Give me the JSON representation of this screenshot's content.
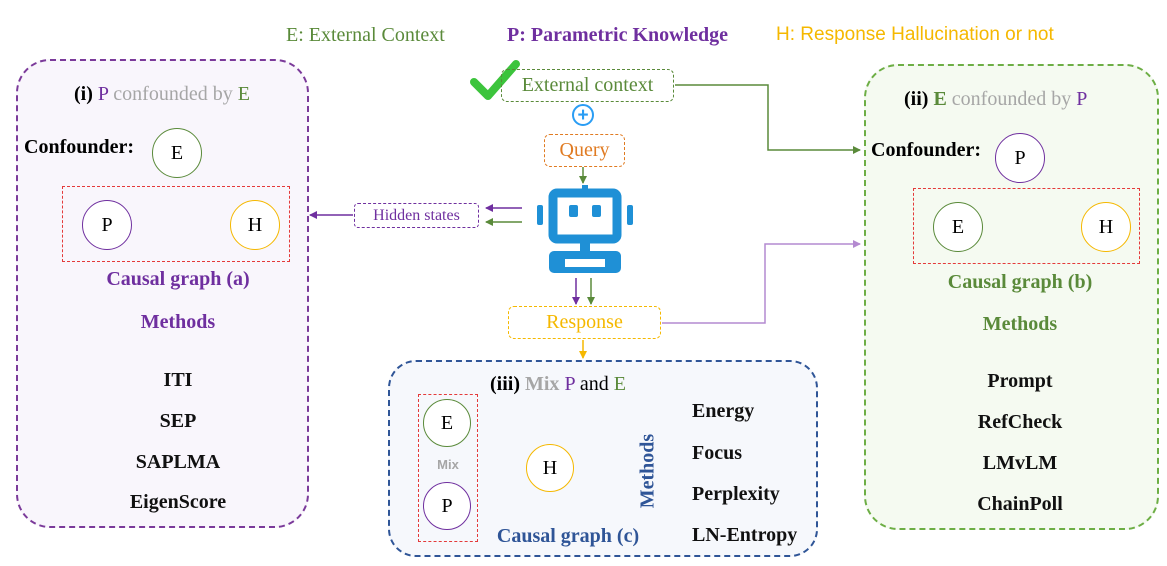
{
  "legend": {
    "e": "E: External Context",
    "p": "P: Parametric Knowledge",
    "h": "H: Response Hallucination or not"
  },
  "center": {
    "external_context": "External context",
    "plus": "+",
    "query": "Query",
    "hidden_states": "Hidden states",
    "response": "Response"
  },
  "panel_i": {
    "title_prefix": "(i)",
    "title_p": "P",
    "title_mid": "confounded by",
    "title_e": "E",
    "confounder_label": "Confounder:",
    "nodes": {
      "top": "E",
      "left": "P",
      "right": "H"
    },
    "graph_caption": "Causal graph (a)",
    "methods_title": "Methods",
    "methods": [
      "ITI",
      "SEP",
      "SAPLMA",
      "EigenScore"
    ]
  },
  "panel_ii": {
    "title_prefix": "(ii)",
    "title_e": "E",
    "title_mid": "confounded by",
    "title_p": "P",
    "confounder_label": "Confounder:",
    "nodes": {
      "top": "P",
      "left": "E",
      "right": "H"
    },
    "graph_caption": "Causal graph (b)",
    "methods_title": "Methods",
    "methods": [
      "Prompt",
      "RefCheck",
      "LMvLM",
      "ChainPoll"
    ]
  },
  "panel_iii": {
    "title_prefix": "(iii)",
    "title_mix": "Mix",
    "title_p": "P",
    "title_and": "and",
    "title_e": "E",
    "nodes": {
      "top": "E",
      "bottom": "P",
      "right": "H"
    },
    "mix_label": "Mix",
    "graph_caption": "Causal graph (c)",
    "methods_title": "Methods",
    "methods": [
      "Energy",
      "Focus",
      "Perplexity",
      "LN-Entropy"
    ]
  },
  "colors": {
    "external": "#5a8a3a",
    "parametric": "#6f2f9f",
    "hallucination": "#f5b800",
    "query": "#e07b22",
    "robot": "#1f90d6",
    "panel_i_border": "#7b3a9a",
    "panel_ii_border": "#6dae45",
    "panel_iii_border": "#2f5597",
    "graph_box": "#e43a3a",
    "gray_text": "#a6a6a6"
  },
  "icons": {
    "check": "checkmark-icon",
    "plus": "plus-circle-icon",
    "robot": "robot-icon"
  }
}
